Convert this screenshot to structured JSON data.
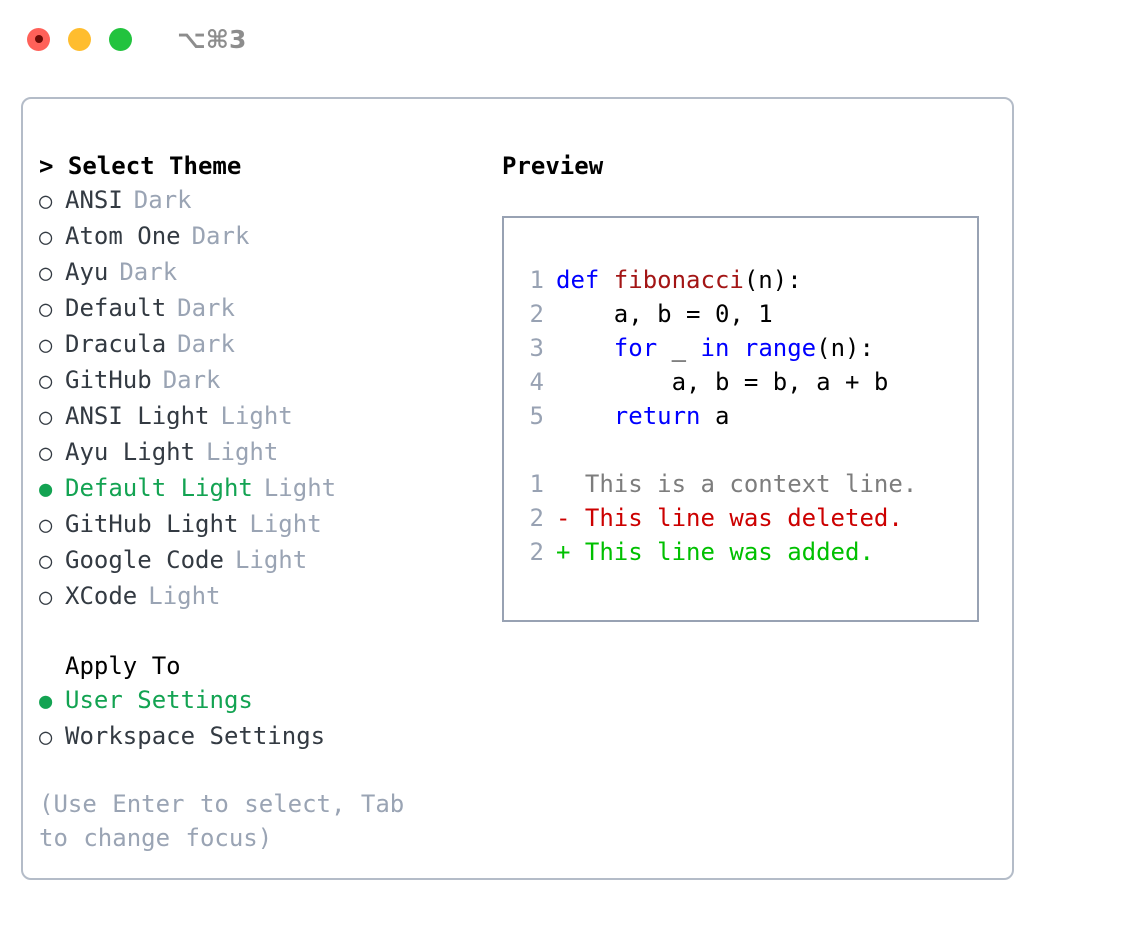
{
  "titlebar": {
    "shortcut": "⌥⌘3",
    "lights": [
      {
        "name": "close",
        "color": "#ff6159"
      },
      {
        "name": "minimize",
        "color": "#ffbd2e"
      },
      {
        "name": "maximize",
        "color": "#22c33e"
      }
    ]
  },
  "theme_picker": {
    "header": "> Select Theme",
    "items": [
      {
        "marker": "○",
        "label": "ANSI",
        "tag": "Dark",
        "selected": false
      },
      {
        "marker": "○",
        "label": "Atom One",
        "tag": "Dark",
        "selected": false
      },
      {
        "marker": "○",
        "label": "Ayu",
        "tag": "Dark",
        "selected": false
      },
      {
        "marker": "○",
        "label": "Default",
        "tag": "Dark",
        "selected": false
      },
      {
        "marker": "○",
        "label": "Dracula",
        "tag": "Dark",
        "selected": false
      },
      {
        "marker": "○",
        "label": "GitHub",
        "tag": "Dark",
        "selected": false
      },
      {
        "marker": "○",
        "label": "ANSI Light",
        "tag": "Light",
        "selected": false
      },
      {
        "marker": "○",
        "label": "Ayu Light",
        "tag": "Light",
        "selected": false
      },
      {
        "marker": "●",
        "label": "Default Light",
        "tag": "Light",
        "selected": true
      },
      {
        "marker": "○",
        "label": "GitHub Light",
        "tag": "Light",
        "selected": false
      },
      {
        "marker": "○",
        "label": "Google Code",
        "tag": "Light",
        "selected": false
      },
      {
        "marker": "○",
        "label": "XCode",
        "tag": "Light",
        "selected": false
      }
    ]
  },
  "apply_to": {
    "heading": "Apply To",
    "items": [
      {
        "marker": "●",
        "label": "User Settings",
        "selected": true
      },
      {
        "marker": "○",
        "label": "Workspace Settings",
        "selected": false
      }
    ]
  },
  "hint": "(Use Enter to select, Tab to change focus)",
  "preview": {
    "title": "Preview",
    "code_lines": [
      {
        "number": "1",
        "tokens": [
          {
            "text": "def ",
            "style": "kw"
          },
          {
            "text": "fibonacci",
            "style": "fn"
          },
          {
            "text": "(n):",
            "style": "plain"
          }
        ]
      },
      {
        "number": "2",
        "tokens": [
          {
            "text": "    a, b = 0, 1",
            "style": "plain"
          }
        ]
      },
      {
        "number": "3",
        "tokens": [
          {
            "text": "    ",
            "style": "plain"
          },
          {
            "text": "for",
            "style": "kw"
          },
          {
            "text": " _ ",
            "style": "plain"
          },
          {
            "text": "in",
            "style": "kw"
          },
          {
            "text": " ",
            "style": "plain"
          },
          {
            "text": "range",
            "style": "kw"
          },
          {
            "text": "(n):",
            "style": "plain"
          }
        ]
      },
      {
        "number": "4",
        "tokens": [
          {
            "text": "        a, b = b, a + b",
            "style": "plain"
          }
        ]
      },
      {
        "number": "5",
        "tokens": [
          {
            "text": "    ",
            "style": "plain"
          },
          {
            "text": "return",
            "style": "kw"
          },
          {
            "text": " a",
            "style": "plain"
          }
        ]
      }
    ],
    "diff_lines": [
      {
        "number": "1",
        "sign": " ",
        "text": " This is a context line.",
        "style": "ctx"
      },
      {
        "number": "2",
        "sign": "-",
        "text": " This line was deleted.",
        "style": "del"
      },
      {
        "number": "2",
        "sign": "+",
        "text": " This line was added.",
        "style": "add"
      }
    ]
  },
  "colors": {
    "panel_border": "#b4bcc8",
    "preview_border": "#98a2b3",
    "muted": "#9aa4b4",
    "selected_green": "#13a352",
    "keyword_blue": "#0000ff",
    "function_red": "#a31515",
    "diff_deleted": "#cc0000",
    "diff_added": "#00c000",
    "text": "#333a42"
  }
}
